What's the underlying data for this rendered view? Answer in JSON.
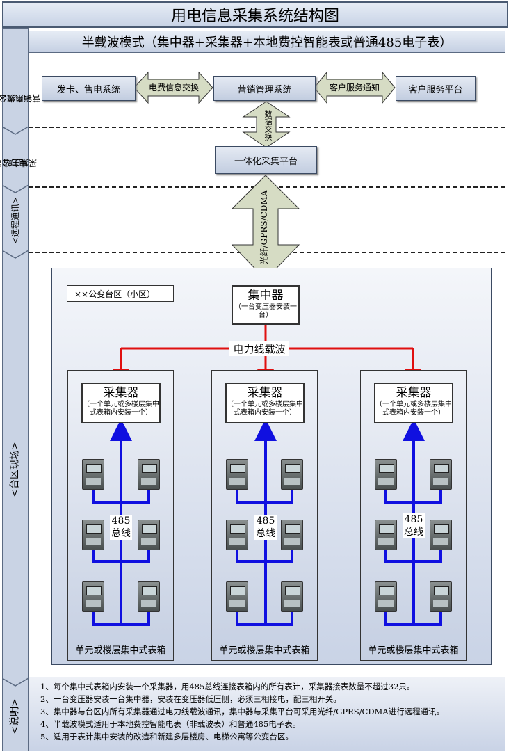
{
  "title": "用电信息采集系统结构图",
  "subtitle": "半载波模式（集中器+采集器+本地费控智能表或普通485电子表）",
  "side_labels": {
    "marketing": [
      "<电力公司",
      "营销系统>"
    ],
    "master": [
      "电力公司",
      "采集主站"
    ],
    "remote": "<远程通讯>",
    "field": "<台区现场>",
    "notes": "<说明>"
  },
  "systems": {
    "card_sales": "发卡、售电系统",
    "fee_exchange": "电费信息交换",
    "marketing_mgmt": "营销管理系统",
    "customer_notice": "客户服务通知",
    "customer_platform": "客户服务平台",
    "data_exchange": "数据交换",
    "collection_platform": "一体化采集平台",
    "remote_link": "光纤/GPRS/CDMA"
  },
  "field": {
    "area_label": "××公变台区（小区）",
    "concentrator_title": "集中器",
    "concentrator_note": "（一台变压器安装一台）",
    "plc_label": "电力线载波",
    "collector_title": "采集器",
    "collector_note": "（一个单元或多楼层集中式表箱内安装一个）",
    "bus_label": "485总线",
    "cabinet_label": "单元或楼层集中式表箱"
  },
  "notes": [
    "1、每个集中式表箱内安装一个采集器，用485总线连接表箱内的所有表计，采集器接表数量不超过32只。",
    "2、一台变压器安装一台集中器，安装在变压器低压侧，必须三相接电，配三相开关。",
    "3、集中器与台区内所有采集器通过电力线载波通讯，集中器与采集平台可采用光纤/GPRS/CDMA进行远程通讯。",
    "4、半载波模式适用于本地费控智能电表（非载波表）和普通485电子表。",
    "5、适用于表计集中安装的改造和新建多层楼房、电梯公寓等公变台区。"
  ],
  "colors": {
    "plc_line": "#e01010",
    "bus_line": "#1010e0",
    "arrow_fill": "#d6dcc4"
  }
}
